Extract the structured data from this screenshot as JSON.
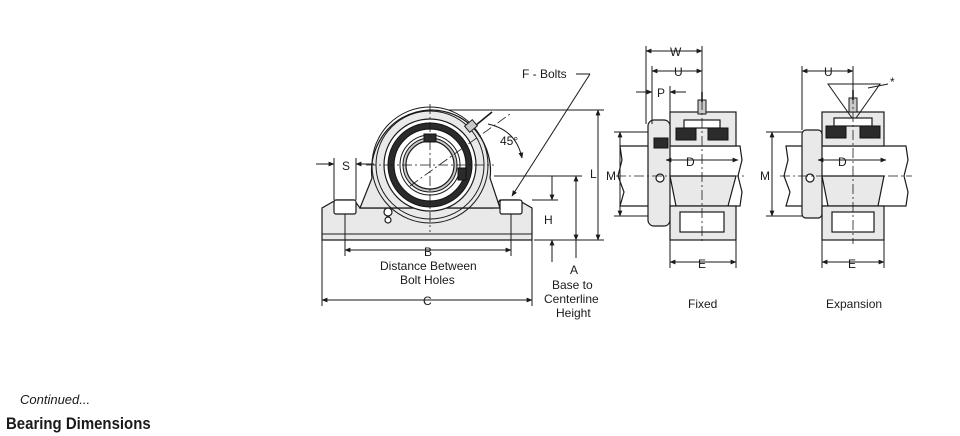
{
  "labels": {
    "f_bolts": "F - Bolts",
    "angle": "45°",
    "s": "S",
    "l": "L",
    "h": "H",
    "b": "B",
    "b_desc_1": "Distance Between",
    "b_desc_2": "Bolt Holes",
    "c": "C",
    "a": "A",
    "a_desc_1": "Base to",
    "a_desc_2": "Centerline",
    "a_desc_3": "Height",
    "w": "W",
    "u": "U",
    "p": "P",
    "m": "M",
    "d": "D",
    "e": "E",
    "u2": "U",
    "m2": "M",
    "d2": "D",
    "e2": "E",
    "asterisk": "*"
  },
  "captions": {
    "fixed": "Fixed",
    "expansion": "Expansion"
  },
  "footer": {
    "continued": "Continued...",
    "section_title": "Bearing Dimensions"
  }
}
